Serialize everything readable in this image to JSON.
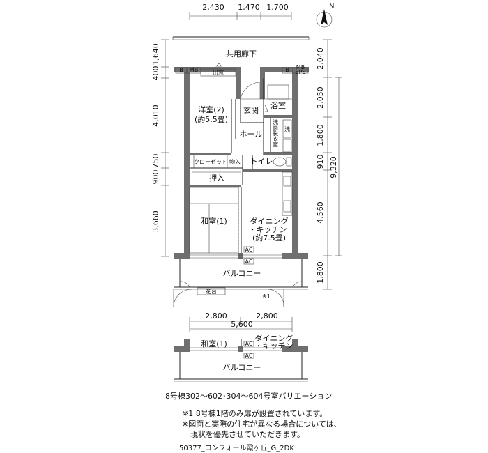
{
  "compass": {
    "label": "N"
  },
  "dimensions": {
    "top": [
      "2,430",
      "1,470",
      "1,700"
    ],
    "left": [
      "1,640",
      "400",
      "4,010",
      "750",
      "900",
      "3,660"
    ],
    "right": [
      "2,040",
      "2,050",
      "1,800",
      "910",
      "4,560",
      "1,800"
    ],
    "right_total": "9,320",
    "bottom": [
      "2,800",
      "2,800"
    ],
    "bottom_total": "5,600"
  },
  "rooms": {
    "corridor": "共用廊下",
    "b_left": "B",
    "mb_left": "MB",
    "demado": "出窓",
    "b_right": "B",
    "mb_right": "MB",
    "eps": "EPS",
    "youshitsu_name": "洋室(2)",
    "youshitsu_size": "(約5.5畳)",
    "genkan": "玄関",
    "yokushitsu": "浴室",
    "hall": "ホール",
    "wash": "洗",
    "senmen": [
      "洗",
      "面",
      "脱",
      "衣",
      "室"
    ],
    "closet": "クローゼット",
    "mono": "物入",
    "toilet": "トイレ",
    "oshiire": "押入",
    "washitsu": "和室(1)",
    "dining_1": "ダイニング",
    "dining_2": "・キッチン",
    "dining_size": "(約7.5畳)",
    "ac_1": "AC",
    "ac_2": "AC",
    "balcony": "バルコニー",
    "kadai": "花台",
    "note_mark": "※1"
  },
  "variation": {
    "washitsu": "和室(1)",
    "dining_1": "ダイニング",
    "dining_2": "・キッチン",
    "ac_1": "AC",
    "ac_2": "AC",
    "balcony": "バルコニー",
    "caption": "8号棟302～602･304～604号室バリエーション"
  },
  "notes": {
    "line1": "※1 8号棟1階のみ扉が設置されています。",
    "line2": "※図面と実際の住宅が異なる場合については、",
    "line3": "現状を優先させていただきます。"
  },
  "footer": "50377_コンフォール霞ヶ丘_G_2DK"
}
